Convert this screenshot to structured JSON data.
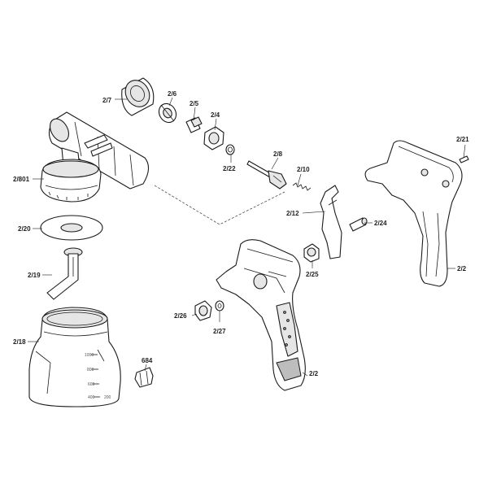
{
  "labels": {
    "l_2_7": "2/7",
    "l_2_6": "2/6",
    "l_2_5": "2/5",
    "l_2_4": "2/4",
    "l_2_8": "2/8",
    "l_2_22": "2/22",
    "l_2_10": "2/10",
    "l_2_12": "2/12",
    "l_2_24": "2/24",
    "l_2_21": "2/21",
    "l_2_801": "2/801",
    "l_2_20": "2/20",
    "l_2_19": "2/19",
    "l_2_18": "2/18",
    "l_2_25": "2/25",
    "l_2_26": "2/26",
    "l_2_27": "2/27",
    "l_2_2a": "2/2",
    "l_2_2b": "2/2",
    "l_684": "684"
  },
  "container_scale": {
    "t1": "1000",
    "t2": "800",
    "t3": "600",
    "t4": "400",
    "t5": "200"
  },
  "colors": {
    "line": "#1a1a1a",
    "background": "#ffffff",
    "shade": "#e6e6e6"
  }
}
